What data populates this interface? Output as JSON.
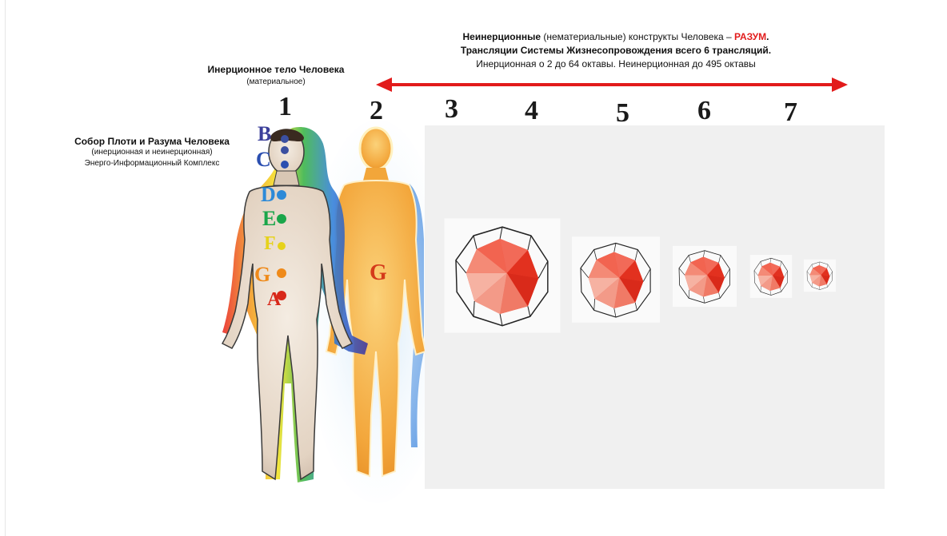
{
  "headings": {
    "top": {
      "line1_bold": "Неинерционные",
      "line1_rest": "(нематериальные) конструкты Человека –",
      "line1_red": "РАЗУМ",
      "line1_dot": ".",
      "line2": "Трансляции Системы Жизнесопровождения всего 6 трансляций.",
      "line3": "Инерционная о 2 до 64 октавы. Неинерционная до 495 октавы"
    },
    "inertial": {
      "title": "Инерционное тело Человека",
      "subtitle": "(материальное)"
    },
    "unity": {
      "title": "Собор Плоти и Разума Человека",
      "line2": "(инерционная и неинерционная)",
      "line3": "Энерго-Информационный Комплекс"
    }
  },
  "numbers": [
    "1",
    "2",
    "3",
    "4",
    "5",
    "6",
    "7"
  ],
  "chakra_letters": [
    "B",
    "C",
    "D",
    "E",
    "F",
    "G",
    "A"
  ],
  "body2_letter": "G",
  "colors": {
    "arrow": "#e21b1b",
    "panel": "#f0f0f0",
    "polyhedron_fill": "#ef4a3a",
    "chakras": [
      "#3b4fa0",
      "#2b4fb0",
      "#2d8ad8",
      "#1aa64a",
      "#e6d21a",
      "#ef8a1a",
      "#d8281a"
    ]
  },
  "icons": [
    "double-arrow-icon",
    "human-body-figure",
    "aura-figure",
    "polyhedron-icon"
  ]
}
